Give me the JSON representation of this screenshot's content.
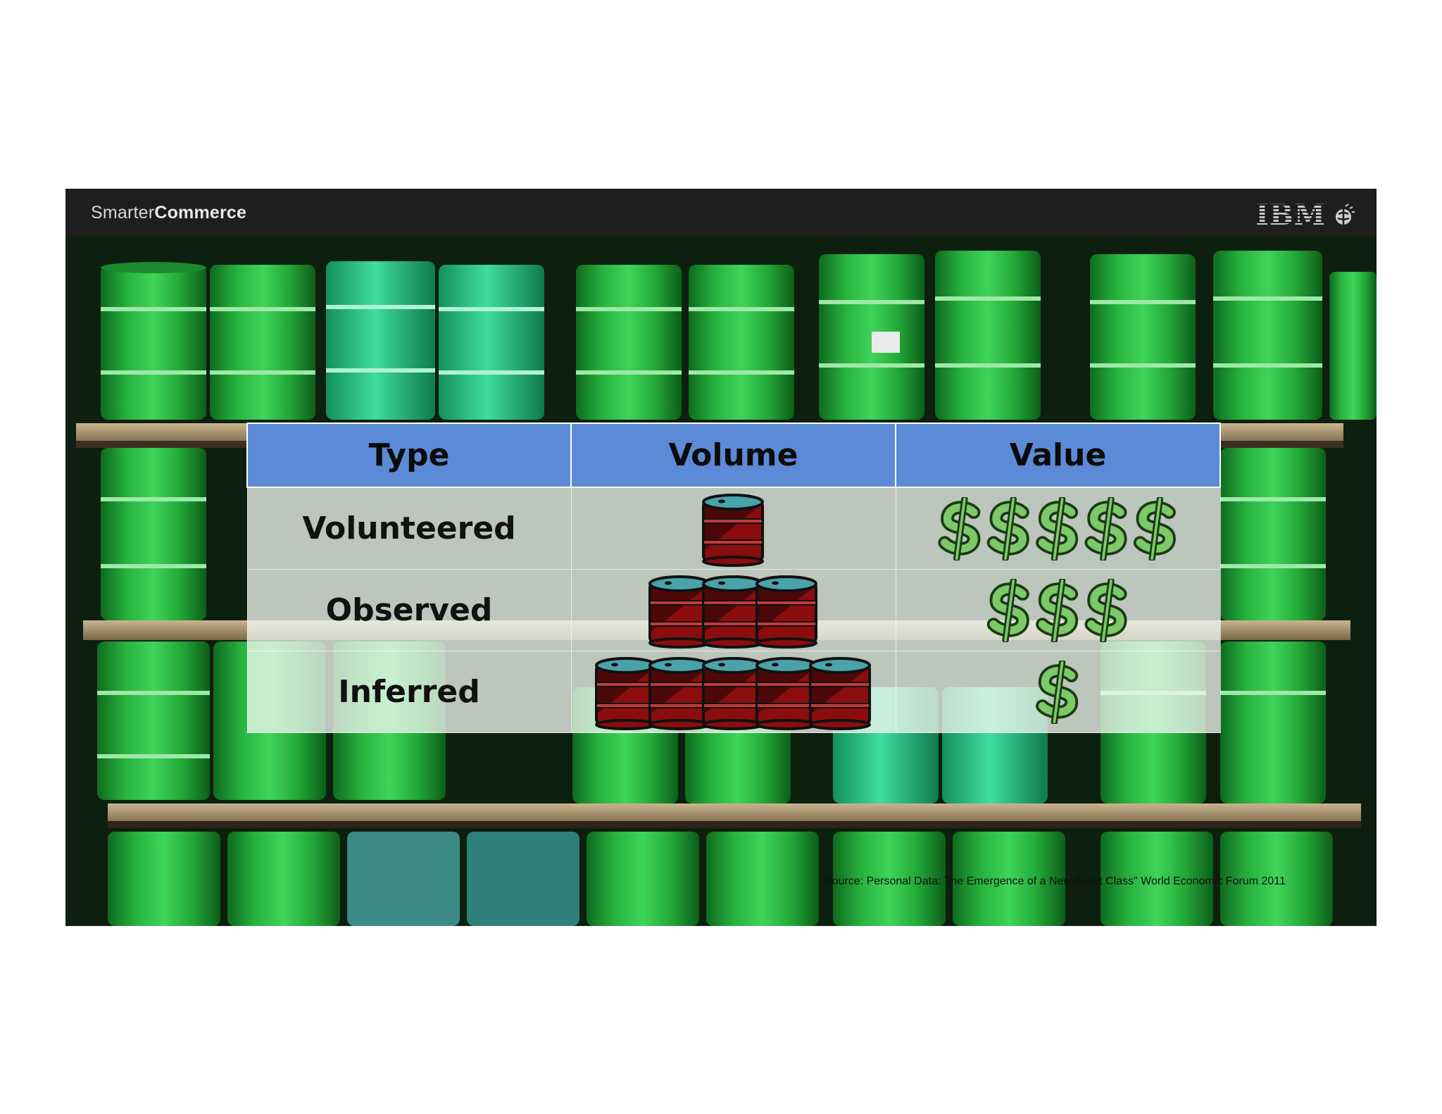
{
  "header": {
    "brand_light": "Smarter",
    "brand_bold": "Commerce",
    "logo_text": "IBM"
  },
  "table": {
    "columns": [
      "Type",
      "Volume",
      "Value"
    ],
    "rows": [
      {
        "type": "Volunteered",
        "volume_barrels": 1,
        "value_dollars": 5
      },
      {
        "type": "Observed",
        "volume_barrels": 3,
        "value_dollars": 3
      },
      {
        "type": "Inferred",
        "volume_barrels": 5,
        "value_dollars": 1
      }
    ]
  },
  "source_note": "Source: Personal Data: The Emergence of a New Asset Class\" World Economic Forum 2011",
  "colors": {
    "header_bar": "#1e1e1e",
    "table_header": "#5b8bd6",
    "barrel_red": "#8b0d0d",
    "barrel_top": "#4aa3a8",
    "dollar_green": "#7cc96a",
    "photo_barrel_green": "#2fb845"
  },
  "icons": {
    "barrel": "oil-barrel-icon",
    "dollar": "dollar-sign-icon",
    "logo": "ibm-logo-icon"
  }
}
